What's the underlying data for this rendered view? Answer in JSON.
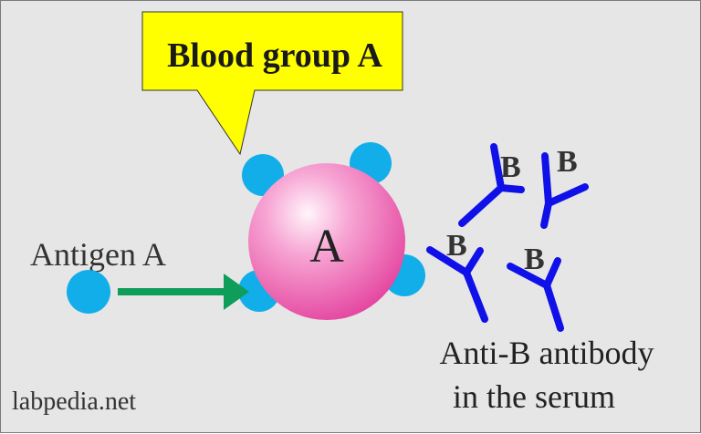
{
  "callout": {
    "label": "Blood group A"
  },
  "cell": {
    "label": "A"
  },
  "antigen": {
    "label": "Antigen A"
  },
  "antibodies": [
    {
      "label": "B"
    },
    {
      "label": "B"
    },
    {
      "label": "B"
    },
    {
      "label": "B"
    }
  ],
  "antibody_caption": {
    "line1": "Anti-B antibody",
    "line2": "in the serum"
  },
  "watermark": "labpedia.net",
  "colors": {
    "background": "#e6e6e6",
    "callout": "#ffff00",
    "cell": "#f06ab4",
    "antigen": "#12aeea",
    "antibody": "#1010e8",
    "arrow": "#0e9e5a"
  }
}
